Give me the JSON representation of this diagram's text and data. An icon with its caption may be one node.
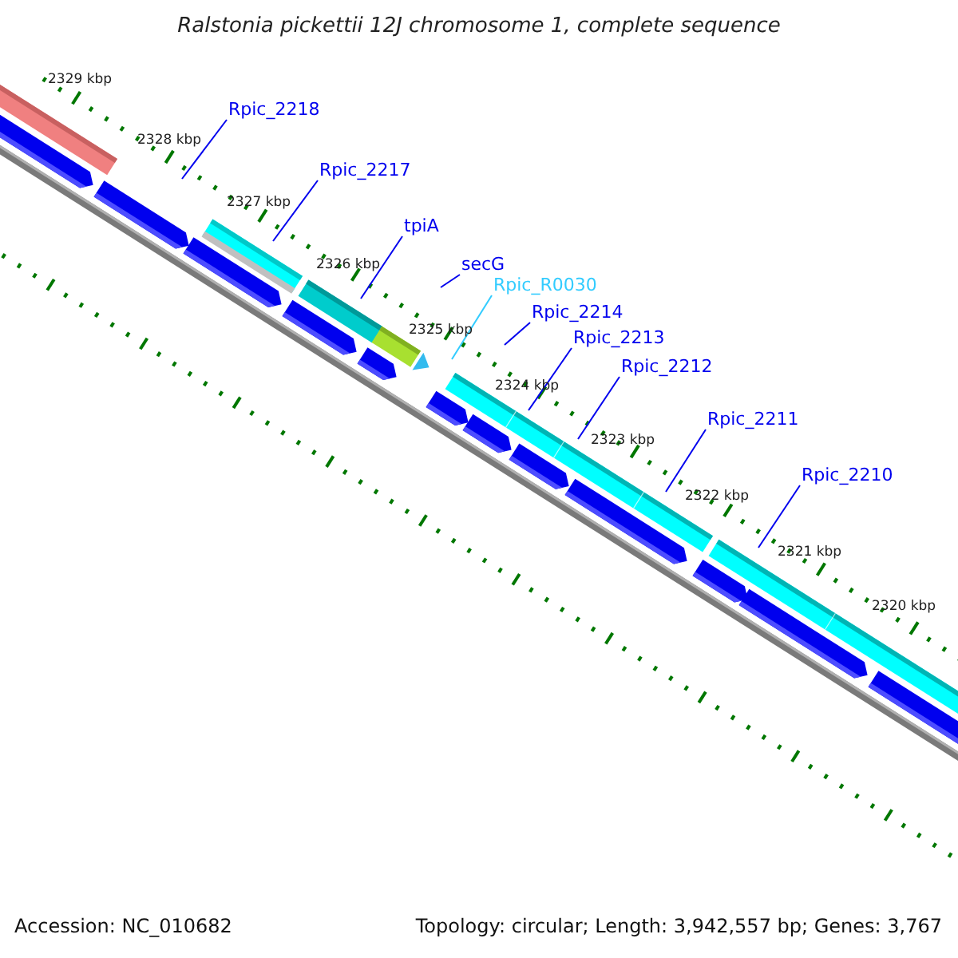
{
  "diagram": {
    "title": "Ralstonia pickettii 12J chromosome 1, complete sequence",
    "nodes": [
      {
        "text": [
          "Rpic_2218"
        ]
      },
      {
        "text": [
          "Rpic_2217"
        ]
      },
      {
        "text": [
          "tpiA"
        ]
      },
      {
        "text": [
          "secG"
        ]
      },
      {
        "text": [
          "Rpic_R0030"
        ]
      },
      {
        "text": [
          "Rpic_2214"
        ]
      },
      {
        "text": [
          "Rpic_2213"
        ]
      },
      {
        "text": [
          "Rpic_2212"
        ]
      },
      {
        "text": [
          "Rpic_2211"
        ]
      },
      {
        "text": [
          "Rpic_2210"
        ]
      }
    ],
    "edges": [
      {
        "from": 0,
        "to": null,
        "arrow": "none"
      },
      {
        "from": 1,
        "to": null,
        "arrow": "none"
      },
      {
        "from": 2,
        "to": null,
        "arrow": "none"
      },
      {
        "from": 3,
        "to": null,
        "arrow": "none"
      },
      {
        "from": 4,
        "to": null,
        "arrow": "none",
        "color": "#33ccff"
      },
      {
        "from": 5,
        "to": null,
        "arrow": "none"
      },
      {
        "from": 6,
        "to": null,
        "arrow": "none"
      },
      {
        "from": 7,
        "to": null,
        "arrow": "none"
      },
      {
        "from": 8,
        "to": null,
        "arrow": "none"
      },
      {
        "from": 9,
        "to": null,
        "arrow": "none"
      }
    ],
    "labels": [
      "2329 kbp",
      "2328 kbp",
      "2327 kbp",
      "2326 kbp",
      "2325 kbp",
      "2324 kbp",
      "2323 kbp",
      "2322 kbp",
      "2321 kbp",
      "2320 kbp",
      "Accession: NC_010682",
      "Topology: circular; Length: 3,942,557 bp; Genes: 3,767"
    ]
  }
}
